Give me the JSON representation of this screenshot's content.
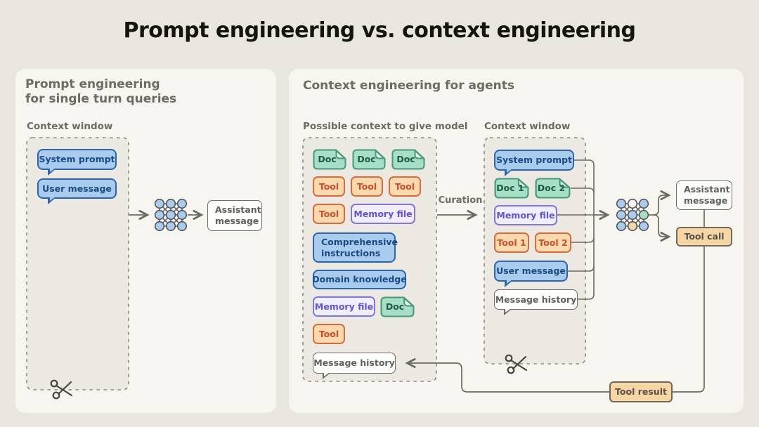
{
  "title": "Prompt engineering vs. context engineering",
  "palette": {
    "blue_fill": "#A9CBEC",
    "blue_border": "#2B65AC",
    "green_fill": "#A6DEC6",
    "green_border": "#44997A",
    "orange_fill": "#FBD9AF",
    "orange_border": "#DC6B39",
    "purple_fill": "#F0EDFD",
    "purple_border": "#8375DE",
    "tan_fill": "#F6D7A3",
    "line_gray": "#6B6A62"
  },
  "left": {
    "heading_line1": "Prompt engineering",
    "heading_line2": "for single turn queries",
    "context_window_label": "Context window",
    "items": {
      "system_prompt": "System prompt",
      "user_message": "User message"
    },
    "assistant_message": "Assistant message"
  },
  "right": {
    "heading": "Context engineering for agents",
    "curation_label": "Curation",
    "possible_context": {
      "label": "Possible context to give model",
      "docs": [
        "Doc",
        "Doc",
        "Doc",
        "Doc"
      ],
      "tools": [
        "Tool",
        "Tool",
        "Tool",
        "Tool",
        "Tool"
      ],
      "memory_files": [
        "Memory file",
        "Memory file"
      ],
      "comprehensive_instructions": "Comprehensive instructions",
      "domain_knowledge": "Domain knowledge",
      "message_history": "Message history"
    },
    "context_window": {
      "label": "Context window",
      "system_prompt": "System prompt",
      "doc1": "Doc 1",
      "doc2": "Doc 2",
      "memory_file": "Memory file",
      "tool1": "Tool 1",
      "tool2": "Tool 2",
      "user_message": "User message",
      "message_history": "Message history"
    },
    "assistant_message": "Assistant message",
    "tool_call": "Tool call",
    "tool_result": "Tool result"
  }
}
